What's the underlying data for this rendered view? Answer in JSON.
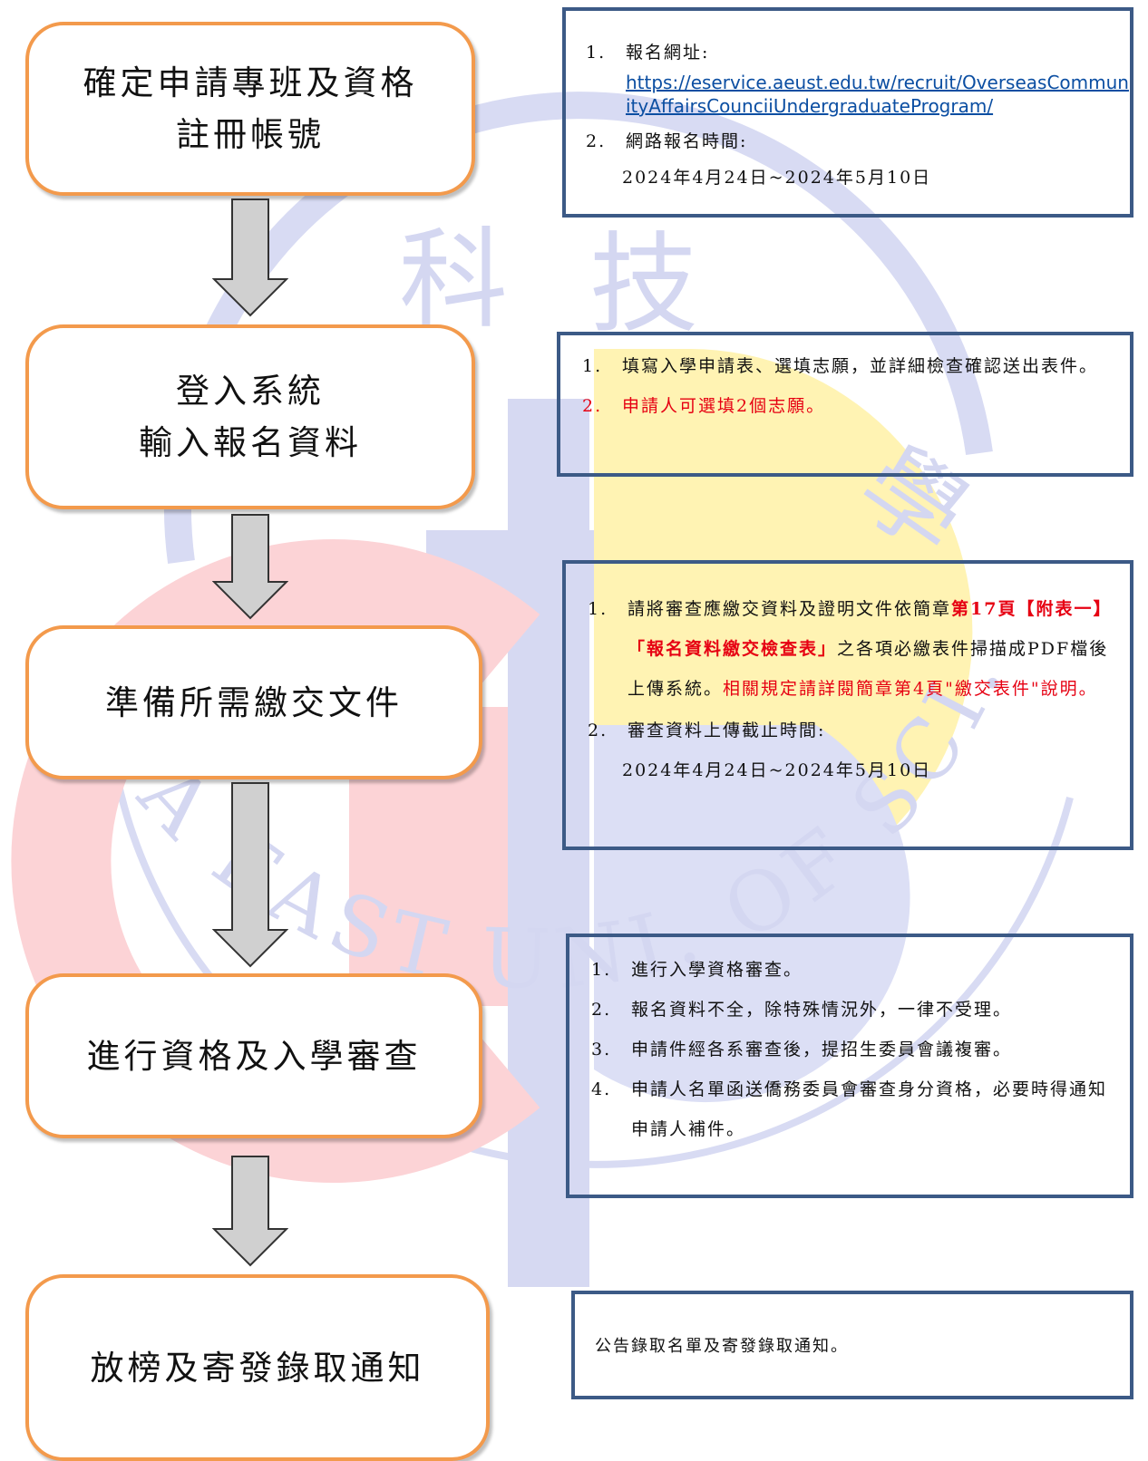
{
  "watermark": {
    "characters": [
      "科",
      "技",
      "學"
    ],
    "english_text": "A EAST UNI. OF SCI. & TECH."
  },
  "steps": [
    {
      "lines": [
        "確定申請專班及資格",
        "註冊帳號"
      ]
    },
    {
      "lines": [
        "登入系統",
        "輸入報名資料"
      ]
    },
    {
      "lines": [
        "準備所需繳交文件"
      ]
    },
    {
      "lines": [
        "進行資格及入學審查"
      ]
    },
    {
      "lines": [
        "放榜及寄發錄取通知"
      ]
    }
  ],
  "notes": {
    "n1": {
      "i1_num": "1.",
      "i1_label": "報名網址:",
      "url": "https://eservice.aeust.edu.tw/recruit/OverseasCommunityAffairsCounciiUndergraduateProgram/",
      "i2_num": "2.",
      "i2_label": "網路報名時間:",
      "i2_value": "2024年4月24日~2024年5月10日"
    },
    "n2": {
      "i1_num": "1.",
      "i1_text": "填寫入學申請表、選填志願，並詳細檢查確認送出表件。",
      "i2_num": "2.",
      "i2_text": "申請人可選填2個志願。"
    },
    "n3": {
      "i1_num": "1.",
      "i1_a": "請將審查應繳交資料及證明文件依簡章",
      "i1_b": "第17頁【附表一】「報名資料繳交檢查表」",
      "i1_c": "之各項必繳表件掃描成PDF檔後上傳系統。",
      "i1_d": "相關規定請詳閱簡章第4頁\"繳交表件\"說明。",
      "i2_num": "2.",
      "i2_label": "審查資料上傳截止時間:",
      "i2_value": "2024年4月24日~2024年5月10日"
    },
    "n4": {
      "items": [
        {
          "num": "1.",
          "text": "進行入學資格審查。"
        },
        {
          "num": "2.",
          "text": "報名資料不全，除特殊情況外，一律不受理。"
        },
        {
          "num": "3.",
          "text": "申請件經各系審查後，提招生委員會議複審。"
        },
        {
          "num": "4.",
          "text": "申請人名單函送僑務委員會審查身分資格，必要時得通知申請人補件。"
        }
      ]
    },
    "n5": {
      "text": "公告錄取名單及寄發錄取通知。"
    }
  },
  "colors": {
    "step_border": "#f39a4c",
    "note_border": "#3c5a86",
    "arrow_fill": "#d0d0d0",
    "highlight_red": "#e60012",
    "link_blue": "#0b4ea2",
    "watermark_blue": "#d6d9f2",
    "watermark_red": "#fcd3d6",
    "watermark_yellow": "#fff3b3"
  }
}
